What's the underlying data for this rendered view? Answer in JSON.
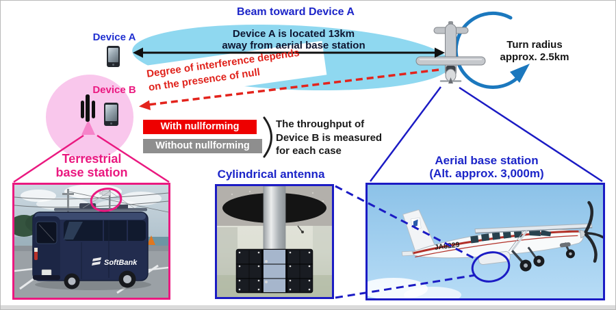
{
  "diagram": {
    "beam_title": "Beam toward Device A",
    "beam_caption": {
      "line1": "Device A is located 13km",
      "line2": "away from aerial base station"
    },
    "device_a_label": "Device A",
    "device_b_label": "Device B",
    "turn_radius": {
      "line1": "Turn radius",
      "line2": "approx. 2.5km"
    },
    "interference": {
      "line1": "Degree of interference depends",
      "line2": "on the presence of null"
    }
  },
  "legend": {
    "with_nullforming": "With nullforming",
    "without_nullforming": "Without nullforming",
    "note": {
      "line1": "The throughput of",
      "line2": "Device B is measured",
      "line3": "for each case"
    }
  },
  "photos": {
    "terrestrial": {
      "title_line1": "Terrestrial",
      "title_line2": "base station",
      "brand": "SoftBank"
    },
    "cylindrical": {
      "title": "Cylindrical antenna"
    },
    "aerial": {
      "title_line1": "Aerial base station",
      "title_line2": "(Alt. approx. 3,000m)",
      "registration": "JA8229"
    }
  },
  "colors": {
    "title_blue": "#1b24c8",
    "beam_fill": "#8fd8f0",
    "pink_accent": "#ea1980",
    "pink_circle": "#f9c7ec",
    "red_accent": "#e3231c",
    "legend_red": "#ee0000",
    "legend_gray": "#8e8e8e",
    "turn_arc_blue": "#1b78be",
    "frame_blue": "#1b1bc4"
  }
}
